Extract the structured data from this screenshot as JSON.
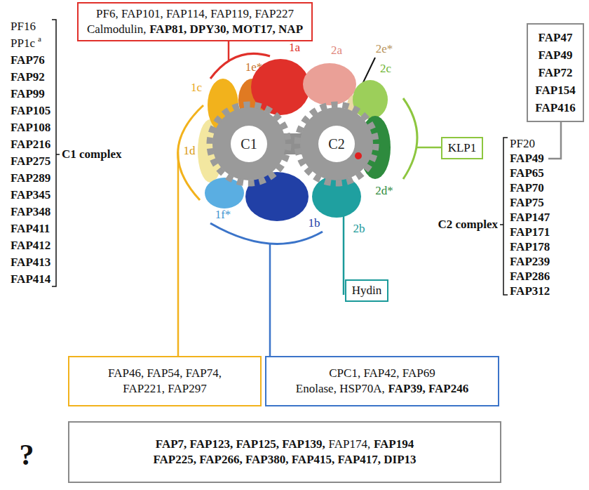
{
  "diagram": {
    "nodes": [
      {
        "text": [
          "PF6, FAP101, FAP114, FAP119, FAP227",
          "Calmodulin,",
          "FAP81, DPY30, MOT17, NAP"
        ]
      },
      {
        "text": [
          "FAP47",
          "FAP49",
          "FAP72",
          "FAP154",
          "FAP416"
        ]
      },
      {
        "text": [
          "KLP1"
        ]
      },
      {
        "text": [
          "Hydin"
        ]
      },
      {
        "text": [
          "FAP46, FAP54, FAP74, FAP221, FAP297"
        ]
      },
      {
        "text": [
          "CPC1, FAP42, FAP69",
          "Enolase, HSP70A,",
          "FAP39, FAP246"
        ]
      },
      {
        "text": [
          "FAP7, FAP123, FAP125, FAP139,",
          "FAP174,",
          "FAP194",
          "FAP225, FAP266, FAP380, FAP415, FAP417, DIP13"
        ]
      }
    ],
    "labels": [
      "C1 complex",
      "PF16",
      "PP1c",
      "a",
      "FAP76",
      "FAP92",
      "FAP99",
      "FAP105",
      "FAP108",
      "FAP216",
      "FAP275",
      "FAP289",
      "FAP345",
      "FAP348",
      "FAP411",
      "FAP412",
      "FAP413",
      "FAP414",
      "C2 complex",
      "PF20",
      "FAP49",
      "FAP65",
      "FAP70",
      "FAP75",
      "FAP147",
      "FAP171",
      "FAP178",
      "FAP239",
      "FAP286",
      "FAP312",
      "1a",
      "1e*",
      "1c",
      "1d",
      "1f*",
      "1b",
      "2a",
      "2e*",
      "2c",
      "2d*",
      "2b",
      "C1",
      "C2",
      "?"
    ]
  }
}
